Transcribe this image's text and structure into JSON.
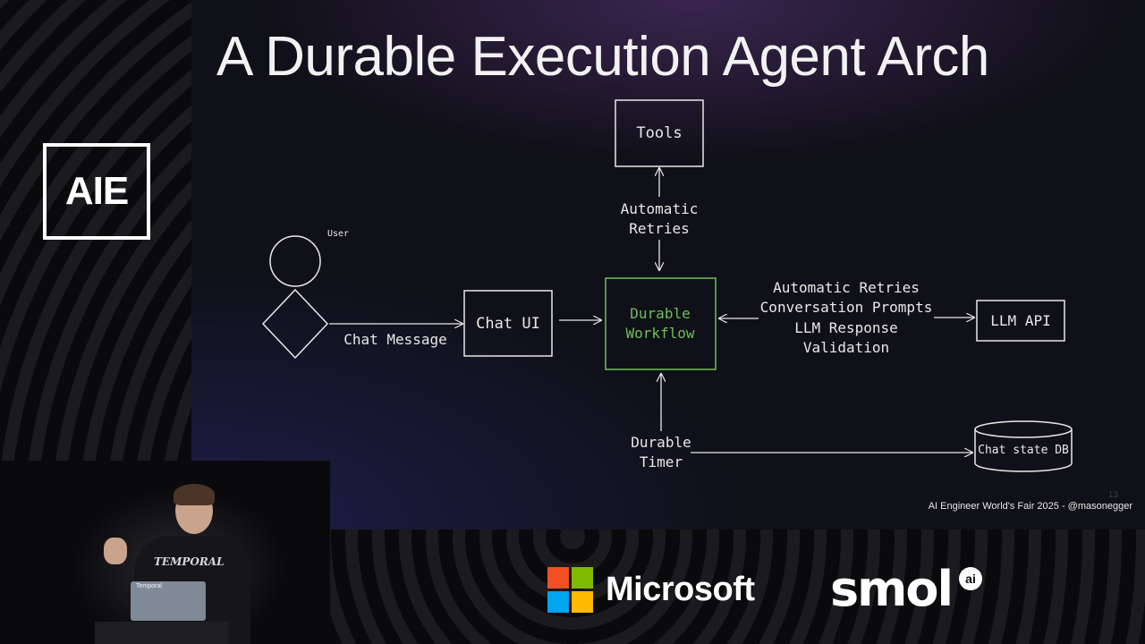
{
  "slide": {
    "title": "A Durable Execution Agent Arch",
    "footer": "AI Engineer World's Fair 2025 - @masonegger",
    "slide_number": "13"
  },
  "diagram": {
    "user_label": "User",
    "nodes": {
      "tools": "Tools",
      "chat_ui": "Chat UI",
      "workflow_line1": "Durable",
      "workflow_line2": "Workflow",
      "llm_api": "LLM API",
      "chat_db": "Chat state DB"
    },
    "edges": {
      "tools_retry_line1": "Automatic",
      "tools_retry_line2": "Retries",
      "chat_message": "Chat Message",
      "llm_line1": "Automatic Retries",
      "llm_line2": "Conversation Prompts",
      "llm_line3": "LLM Response",
      "llm_line4": "Validation",
      "timer_line1": "Durable",
      "timer_line2": "Timer"
    },
    "colors": {
      "workflow_accent": "#6dbf5a",
      "stroke": "#e8e8e8"
    }
  },
  "branding": {
    "event_logo": "AIE",
    "sponsors": [
      "Microsoft",
      "smol"
    ],
    "smol_badge": "ai",
    "shirt_text": "TEMPORAL",
    "laptop_sticker": "Temporal"
  },
  "colors": {
    "ms_red": "#f25022",
    "ms_green": "#7fba00",
    "ms_blue": "#00a4ef",
    "ms_yellow": "#ffb900"
  }
}
